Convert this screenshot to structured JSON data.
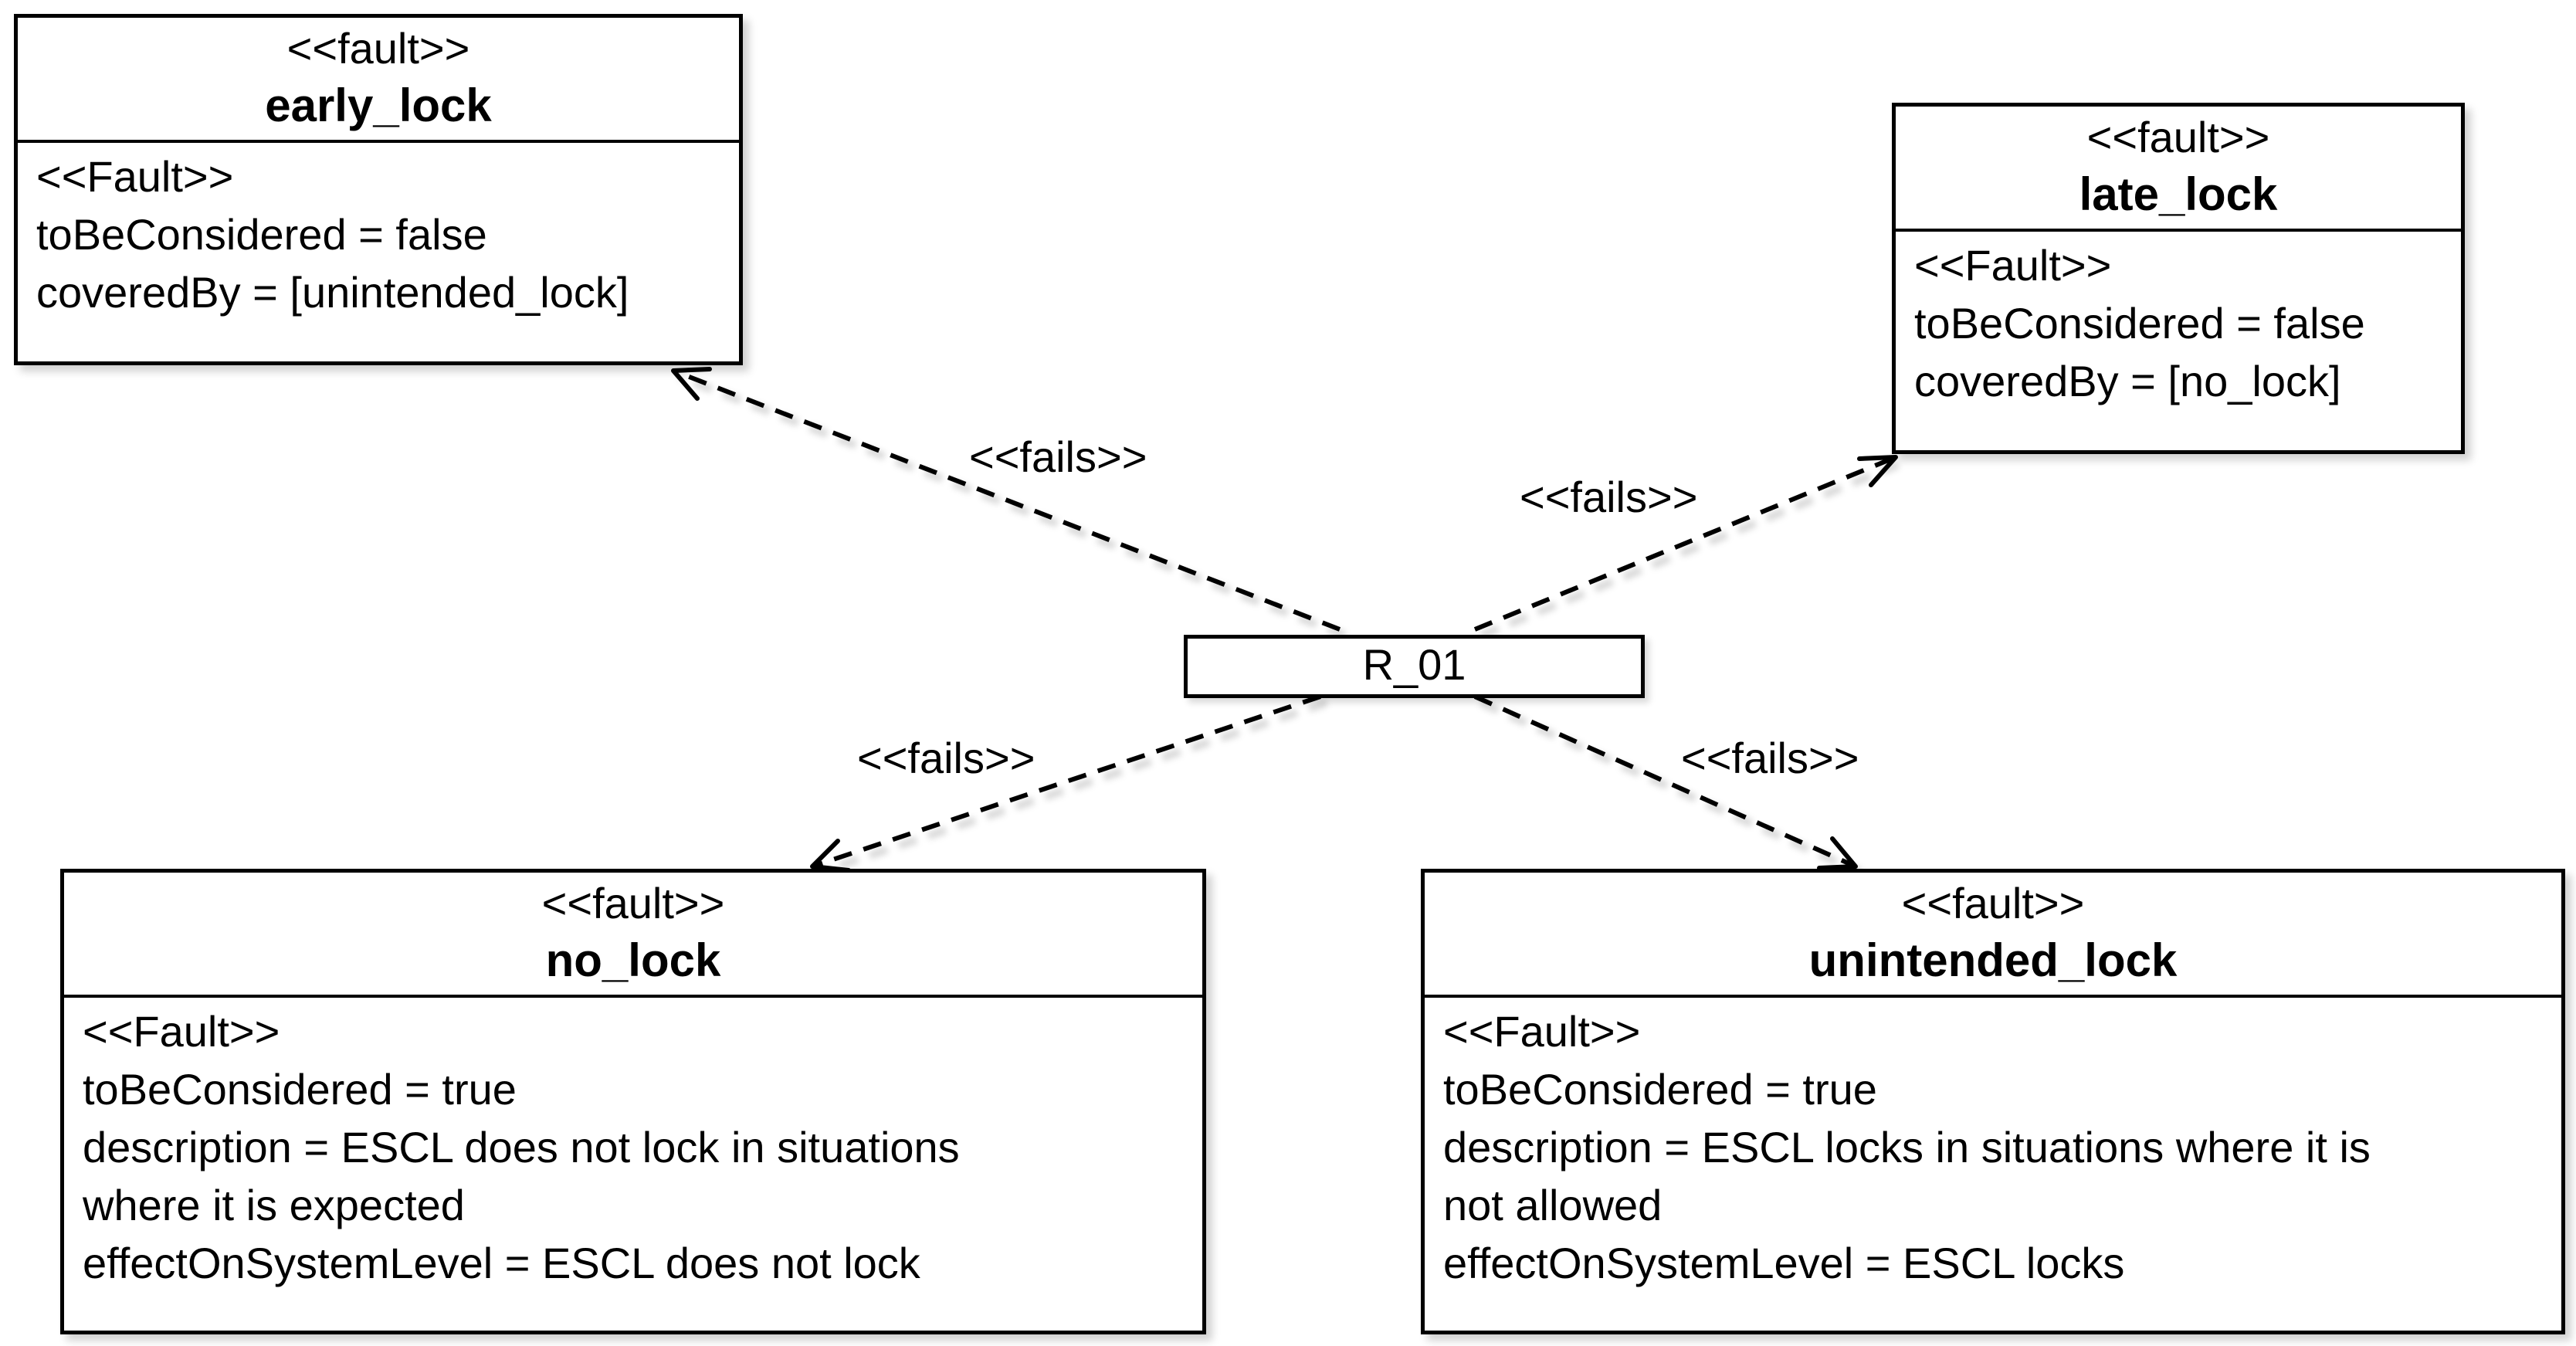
{
  "faults": {
    "early_lock": {
      "stereotype": "<<fault>>",
      "name": "early_lock",
      "attributes": [
        "<<Fault>>",
        "toBeConsidered = false",
        "coveredBy = [unintended_lock]"
      ]
    },
    "late_lock": {
      "stereotype": "<<fault>>",
      "name": "late_lock",
      "attributes": [
        "<<Fault>>",
        "toBeConsidered = false",
        "coveredBy = [no_lock]"
      ]
    },
    "no_lock": {
      "stereotype": "<<fault>>",
      "name": "no_lock",
      "attributes": [
        "<<Fault>>",
        "toBeConsidered = true",
        "description = ESCL does  not lock in situations",
        "where it is expected",
        "effectOnSystemLevel = ESCL does not lock"
      ]
    },
    "unintended_lock": {
      "stereotype": "<<fault>>",
      "name": "unintended_lock",
      "attributes": [
        "<<Fault>>",
        "toBeConsidered = true",
        "description = ESCL locks in situations where it is",
        "not allowed",
        "effectOnSystemLevel = ESCL locks"
      ]
    }
  },
  "requirement": {
    "name": "R_01"
  },
  "edges": {
    "to_early_lock": "<<fails>>",
    "to_late_lock": "<<fails>>",
    "to_no_lock": "<<fails>>",
    "to_unintended_lock": "<<fails>>"
  }
}
